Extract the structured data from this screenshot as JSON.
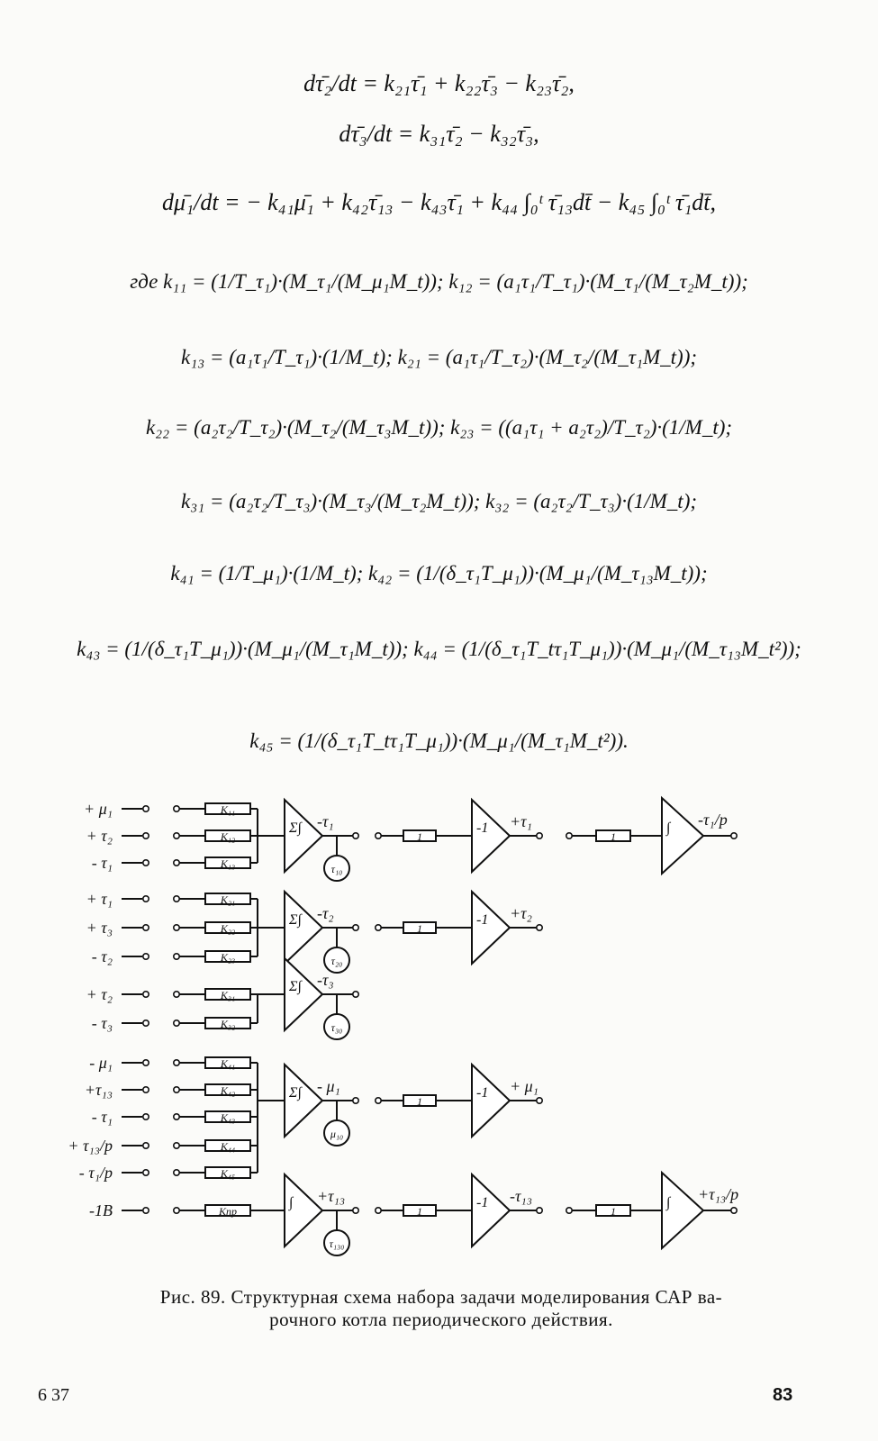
{
  "equations": {
    "eq1": "dτ̄₂/dt = k₂₁τ̄₁ + k₂₂τ̄₃ − k₂₃τ̄₂,",
    "eq2": "dτ̄₃/dt = k₃₁τ̄₂ − k₃₂τ̄₃,",
    "eq3": "dμ̄₁/dt = − k₄₁μ̄₁ + k₄₂τ̄₁₃ − k₄₃τ̄₁ + k₄₄ ∫₀ᵗ τ̄₁₃dt̄ − k₄₅ ∫₀ᵗ τ̄₁dt̄,",
    "coef1": "где  k₁₁ = (1/T_τ₁)·(M_τ₁/(M_μ₁M_t));   k₁₂ = (a₁τ₁/T_τ₁)·(M_τ₁/(M_τ₂M_t));",
    "coef2": "k₁₃ = (a₁τ₁/T_τ₁)·(1/M_t);   k₂₁ = (a₁τ₁/T_τ₂)·(M_τ₂/(M_τ₁M_t));",
    "coef3": "k₂₂ = (a₂τ₂/T_τ₂)·(M_τ₂/(M_τ₃M_t));   k₂₃ = ((a₁τ₁ + a₂τ₂)/T_τ₂)·(1/M_t);",
    "coef4": "k₃₁ = (a₂τ₂/T_τ₃)·(M_τ₃/(M_τ₂M_t));   k₃₂ = (a₂τ₂/T_τ₃)·(1/M_t);",
    "coef5": "k₄₁ = (1/T_μ₁)·(1/M_t);   k₄₂ = (1/(δ_τ₁T_μ₁))·(M_μ₁/(M_τ₁₃M_t));",
    "coef6": "k₄₃ = (1/(δ_τ₁T_μ₁))·(M_μ₁/(M_τ₁M_t));   k₄₄ = (1/(δ_τ₁T_tτ₁T_μ₁))·(M_μ₁/(M_τ₁₃M_t²));",
    "coef7": "k₄₅ = (1/(δ_τ₁T_tτ₁T_μ₁))·(M_μ₁/(M_τ₁M_t²))."
  },
  "diagram": {
    "inputs": [
      "+ μ₁",
      "+ τ₂",
      "- τ₁",
      "+ τ₁",
      "+ τ₃",
      "- τ₂",
      "+ τ₂",
      "- τ₃",
      "- μ₁",
      "+τ₁₃",
      "- τ₁",
      "+ τ₁₃/p",
      "- τ₁/p",
      "-1B"
    ],
    "coefficients": [
      "K₁₁",
      "K₁₂",
      "K₁₃",
      "K₂₁",
      "K₂₂",
      "K₂₃",
      "K₃₁",
      "K₃₂",
      "K₄₁",
      "K₄₂",
      "K₄₃",
      "K₄₄",
      "K₄₅",
      "Kпр"
    ],
    "sum_symbol": "Σ∫",
    "integrator_symbol": "∫",
    "inverter_symbol": "-1",
    "unit_resistor": "1",
    "sum_outputs": [
      "-τ₁",
      "-τ₂",
      "-τ₃",
      "- μ₁",
      "+τ₁₃"
    ],
    "initial_conditions": [
      "τ₁₀",
      "τ₂₀",
      "τ₃₀",
      "μ₁₀",
      "τ₁₃₀"
    ],
    "inverter_outputs": [
      "+τ₁",
      "+τ₂",
      "+ μ₁",
      "-τ₁₃"
    ],
    "integrator_outputs": [
      "-τ₁/p",
      "+τ₁₃/p"
    ]
  },
  "caption": {
    "line1": "Рис. 89. Структурная схема набора задачи моделирования САР ва-",
    "line2": "рочного котла периодического действия."
  },
  "footer": {
    "signature": "6 37",
    "page_number": "83"
  }
}
